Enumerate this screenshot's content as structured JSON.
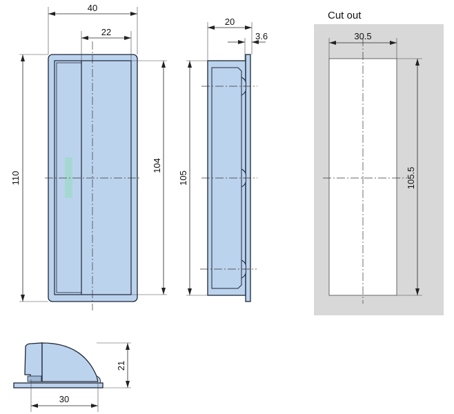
{
  "front_view": {
    "width": "40",
    "grip_width": "22",
    "height": "110",
    "inner_height": "104"
  },
  "side_view": {
    "depth": "20",
    "flange": "3.6",
    "height": "105"
  },
  "cutout": {
    "title": "Cut out",
    "width": "30.5",
    "height": "105.5"
  },
  "profile_view": {
    "height": "21",
    "length": "30"
  },
  "colors": {
    "part": "#bcd3ee",
    "cutout_bg": "#d8d8d8",
    "accent": "#a6d8d2"
  }
}
